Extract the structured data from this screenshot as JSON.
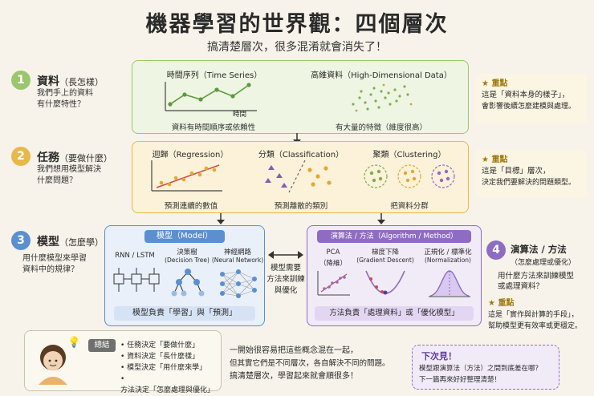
{
  "title": "機器學習的世界觀：四個層次",
  "subtitle": "搞清楚層次，很多混淆就會消失了！",
  "levels": [
    {
      "num": "1",
      "name": "資料",
      "paren": "（長怎樣）",
      "desc1": "我們手上的資料",
      "desc2": "有什麼特性？",
      "color": "#9cc66e"
    },
    {
      "num": "2",
      "name": "任務",
      "paren": "（要做什麼）",
      "desc1": "我們想用模型解決",
      "desc2": "什麼問題？",
      "color": "#e8b84a"
    },
    {
      "num": "3",
      "name": "模型",
      "paren": "（怎麼學）",
      "desc1": "用什麼模型來學習",
      "desc2": "資料中的規律？",
      "color": "#5b8fd0"
    }
  ],
  "data_layer": {
    "ts_title": "時間序列（Time Series）",
    "ts_axis": "時間",
    "ts_caption": "資料有時間順序或依賴性",
    "hd_title": "高維資料（High-Dimensional Data）",
    "hd_caption": "有大量的特徵（維度很高）"
  },
  "task_layer": {
    "reg_title": "迴歸（Regression）",
    "reg_caption": "預測連續的數值",
    "cls_title": "分類（Classification）",
    "cls_caption": "預測離散的類別",
    "clu_title": "聚類（Clustering）",
    "clu_caption": "把資料分群"
  },
  "model_layer": {
    "header": "模型（Model）",
    "rnn": "RNN / LSTM",
    "tree": "決策樹",
    "tree_en": "(Decision Tree)",
    "nn": "神經網路",
    "nn_en": "(Neural Network)",
    "footer": "模型負責「學習」與「預測」"
  },
  "algo_layer": {
    "header": "演算法 / 方法（Algorithm / Method）",
    "pca": "PCA",
    "pca_sub": "（降維）",
    "gd": "梯度下降",
    "gd_en": "(Gradient Descent)",
    "norm": "正規化 / 標準化",
    "norm_en": "(Normalization)",
    "footer": "方法負責「處理資料」或「優化模型」"
  },
  "middle_note": {
    "line1": "模型需要",
    "line2": "方法來訓練",
    "line3": "與優化"
  },
  "level4": {
    "num": "4",
    "name": "演算法 / 方法",
    "paren": "（怎麼處理或優化）",
    "desc1": "用什麼方法來訓練模型",
    "desc2": "或處理資料？",
    "color": "#8e6cc4"
  },
  "notes": [
    {
      "head": "重點",
      "line1": "這是「資料本身的樣子」，",
      "line2": "會影響後續怎麼建模與處理。"
    },
    {
      "head": "重點",
      "line1": "這是「目標」層次，",
      "line2": "決定我們要解決的問題類型。"
    },
    {
      "head": "重點",
      "line1": "這是「實作與計算的手段」，",
      "line2": "幫助模型更有效率或更穩定。"
    }
  ],
  "summary": {
    "label": "總結",
    "items": [
      "任務決定「要做什麼」",
      "資料決定「長什麼樣」",
      "模型決定「用什麼來學」",
      "方法決定「怎麼處理與優化」"
    ],
    "text1": "一開始很容易把這些概念混在一起，",
    "text2": "但其實它們是不同層次，各自解決不同的問題。",
    "text3": "搞清楚層次，學習起來就會順很多！"
  },
  "next": {
    "head": "下次見！",
    "line1": "模型跟演算法（方法）之間到底差在哪？",
    "line2": "下一篇再來好好整理清楚！"
  }
}
